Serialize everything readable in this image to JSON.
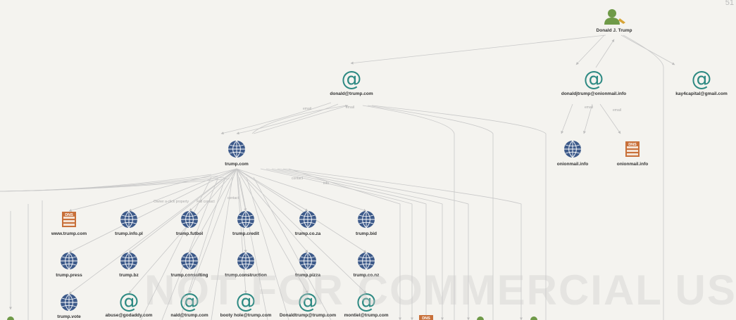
{
  "page_number": "51",
  "watermark": "NOT FOR COMMERCIAL USE",
  "edge_labels": {
    "email": "email",
    "contact": "contact",
    "info": "info",
    "owner": "Owner a-click property",
    "full_contact": "Full contact"
  },
  "nodes": [
    {
      "id": "trump",
      "type": "person",
      "label": "Donald J. Trump"
    },
    {
      "id": "email1",
      "type": "email",
      "label": "donald@trump.com"
    },
    {
      "id": "email2",
      "type": "email",
      "label": "donaldjtrump@onionmail.info"
    },
    {
      "id": "email3",
      "type": "email",
      "label": "kay4capital@gmail.com"
    },
    {
      "id": "trumpcom",
      "type": "domain",
      "label": "trump.com"
    },
    {
      "id": "onion1",
      "type": "domain",
      "label": "onionmail.info"
    },
    {
      "id": "onion2",
      "type": "dns",
      "label": "onionmail.info"
    },
    {
      "id": "www",
      "type": "dns",
      "label": "www.trump.com"
    },
    {
      "id": "infopl",
      "type": "domain",
      "label": "trump.info.pl"
    },
    {
      "id": "futbol",
      "type": "domain",
      "label": "trump.futbol"
    },
    {
      "id": "credit",
      "type": "domain",
      "label": "trump.credit"
    },
    {
      "id": "coza",
      "type": "domain",
      "label": "trump.co.za"
    },
    {
      "id": "bid",
      "type": "domain",
      "label": "trump.bid"
    },
    {
      "id": "press",
      "type": "domain",
      "label": "trump.press"
    },
    {
      "id": "bz",
      "type": "domain",
      "label": "trump.bz"
    },
    {
      "id": "consulting",
      "type": "domain",
      "label": "trump.consulting"
    },
    {
      "id": "construction",
      "type": "domain",
      "label": "trump.construction"
    },
    {
      "id": "pizza",
      "type": "domain",
      "label": "trump.pizza"
    },
    {
      "id": "conz",
      "type": "domain",
      "label": "trump.co.nz"
    },
    {
      "id": "vote",
      "type": "domain",
      "label": "trump.vote"
    },
    {
      "id": "abuse",
      "type": "email",
      "label": "abuse@godaddy.com"
    },
    {
      "id": "nald",
      "type": "email",
      "label": "nald@trump.com"
    },
    {
      "id": "booty",
      "type": "email",
      "label": "booty hole@trump.com"
    },
    {
      "id": "donaldtrump",
      "type": "email",
      "label": "Donaldtrump@trump.com"
    },
    {
      "id": "montiel",
      "type": "email",
      "label": "montiel@trump.com"
    }
  ],
  "colors": {
    "background": "#f4f3ef",
    "domain_globe": "#3d5a8a",
    "email_at": "#2e8a83",
    "dns": "#c8703a",
    "person": "#6f9a48",
    "edge": "#c8c8c8"
  }
}
